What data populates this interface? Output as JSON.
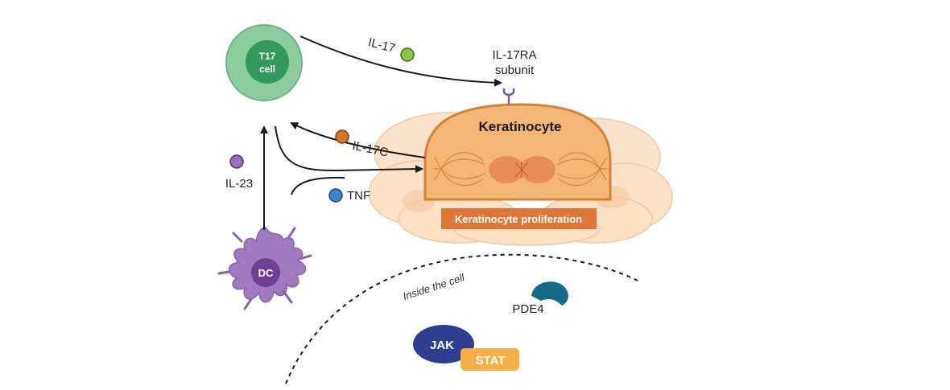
{
  "cells": {
    "t17": {
      "line1": "T17",
      "line2": "cell"
    },
    "dc": {
      "label": "DC"
    },
    "keratinocyte": {
      "label": "Keratinocyte",
      "banner": "Keratinocyte proliferation"
    }
  },
  "molecules": {
    "il17": {
      "label": "IL-17"
    },
    "il17c": {
      "label": "IL-17C"
    },
    "tnf": {
      "label": "TNF"
    },
    "il23": {
      "label": "IL-23"
    }
  },
  "receptor": {
    "line1": "IL-17RA",
    "line2": "subunit"
  },
  "intracellular": {
    "boundary_label": "Inside the cell",
    "pde4": "PDE4",
    "jak": "JAK",
    "stat": "STAT"
  },
  "colors": {
    "t17_outer": "#8dcc9e",
    "t17_inner": "#3a9e63",
    "dc": "#9a6fb5",
    "dc_nucleus": "#6f3f93",
    "keratinocyte_fill": "#f3b67a",
    "keratinocyte_edge": "#d4823a",
    "keratinocyte_bg": "#fbe1c6",
    "banner": "#e0773a",
    "il17": "#8cc63e",
    "il17c": "#d9742c",
    "tnf": "#3f83c9",
    "il23": "#9a6fc0",
    "jak": "#2e3f8f",
    "stat": "#f6b04a",
    "pde4": "#1a6f8c"
  }
}
